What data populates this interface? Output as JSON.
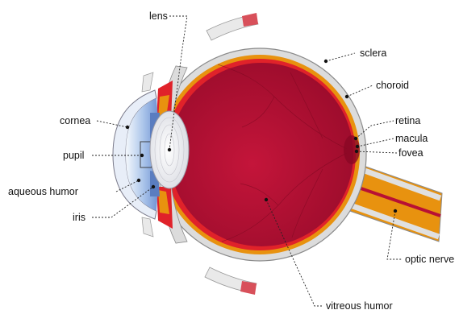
{
  "labels": {
    "lens": "lens",
    "sclera": "sclera",
    "choroid": "choroid",
    "retina": "retina",
    "macula": "macula",
    "fovea": "fovea",
    "cornea": "cornea",
    "pupil": "pupil",
    "aqueous_humor": "aqueous humor",
    "iris": "iris",
    "optic_nerve": "optic nerve",
    "vitreous_humor": "vitreous humor"
  },
  "colors": {
    "sclera": "#dcdcdc",
    "choroid": "#e8920f",
    "retina": "#e0222a",
    "vitreous": "#b81034",
    "cornea": "#cfe0f4",
    "aqueous": "#7da0d8",
    "lens": "#f1f1f4",
    "optic_nerve": "#e8920f",
    "muscle": "#d8505a"
  }
}
